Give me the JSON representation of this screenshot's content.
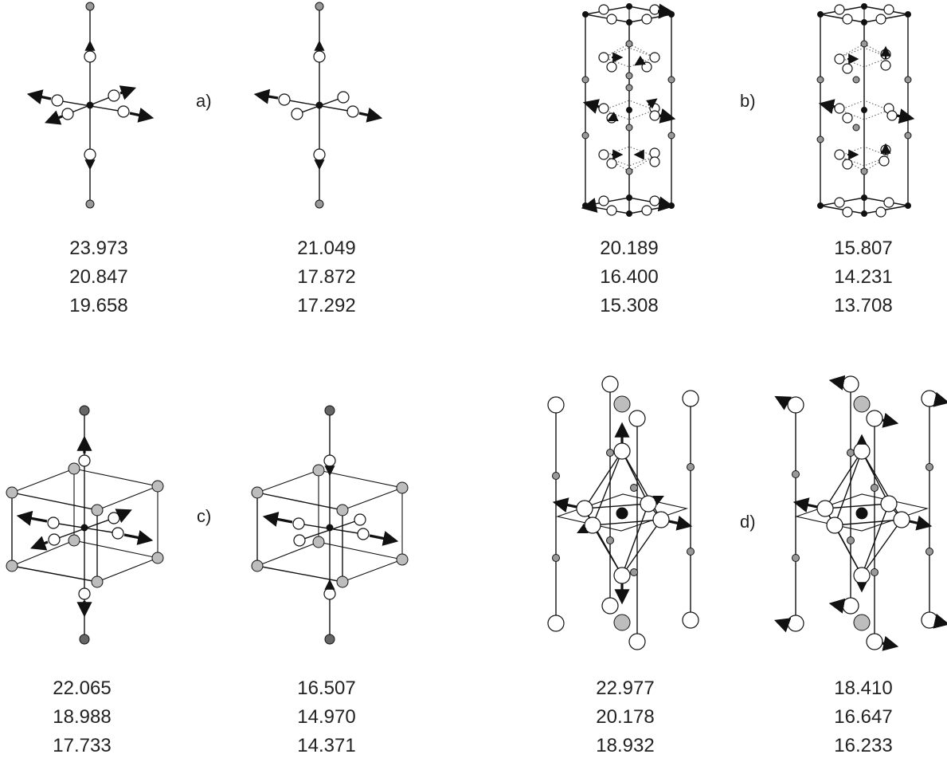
{
  "panel_labels": {
    "a": "a)",
    "b": "b)",
    "c": "c)",
    "d": "d)"
  },
  "values": {
    "a_left": [
      "23.973",
      "20.847",
      "19.658"
    ],
    "a_right": [
      "21.049",
      "17.872",
      "17.292"
    ],
    "b_left": [
      "20.189",
      "16.400",
      "15.308"
    ],
    "b_right": [
      "15.807",
      "14.231",
      "13.708"
    ],
    "c_left": [
      "22.065",
      "18.988",
      "17.733"
    ],
    "c_right": [
      "16.507",
      "14.970",
      "14.371"
    ],
    "d_left": [
      "22.977",
      "20.178",
      "18.932"
    ],
    "d_right": [
      "18.410",
      "16.647",
      "16.233"
    ]
  }
}
